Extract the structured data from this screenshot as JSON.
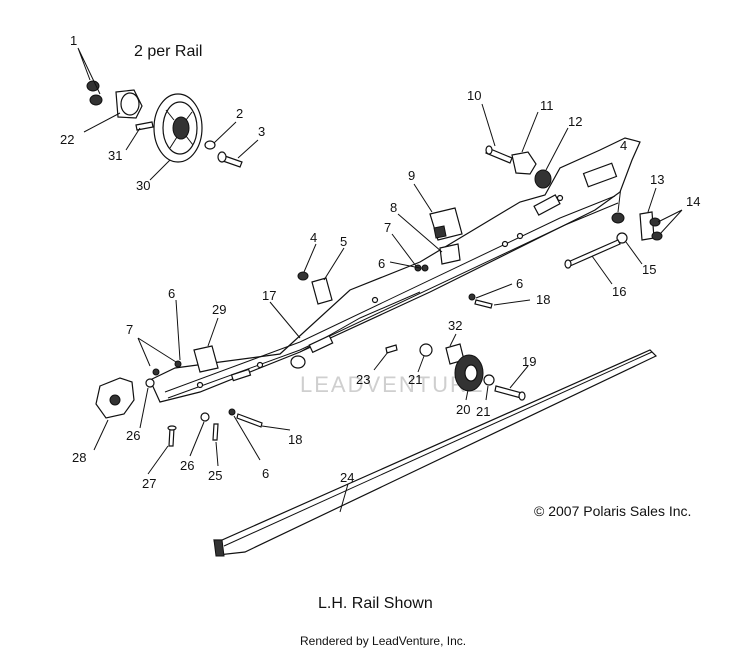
{
  "header": {
    "per_rail": "2 per Rail"
  },
  "callouts": [
    "1",
    "2",
    "3",
    "4",
    "5",
    "6",
    "7",
    "8",
    "9",
    "10",
    "11",
    "12",
    "13",
    "14",
    "15",
    "16",
    "17",
    "18",
    "19",
    "20",
    "21",
    "22",
    "23",
    "24",
    "25",
    "26",
    "27",
    "28",
    "29",
    "30",
    "31",
    "32"
  ],
  "copyright": "© 2007 Polaris Sales Inc.",
  "caption": "L.H. Rail Shown",
  "footer": "Rendered by LeadVenture, Inc.",
  "watermark": "LEADVENTURE",
  "colors": {
    "line": "#111111",
    "background": "#ffffff",
    "watermark": "#cfcfcf"
  }
}
